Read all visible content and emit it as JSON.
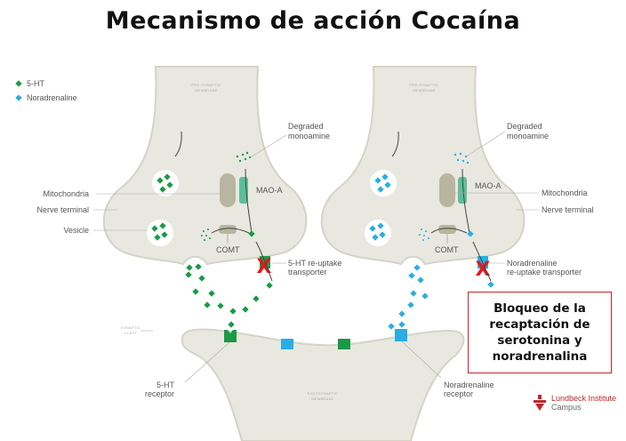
{
  "title": "Mecanismo de acción Cocaína",
  "legend": [
    {
      "label": "5-HT",
      "color": "#1a9a45"
    },
    {
      "label": "Noradrenaline",
      "color": "#29aee3"
    }
  ],
  "left_neuron": {
    "membrane": [
      "PRE-SYNAPTIC",
      "MEMBRANE"
    ],
    "degraded": [
      "Degraded",
      "monoamine"
    ],
    "mao": "MAO-A",
    "comt": "COMT",
    "mitochondria": "Mitochondria",
    "nerve_terminal": "Nerve terminal",
    "vesicle": "Vesicle",
    "transporter": [
      "5-HT re-uptake",
      "transporter"
    ],
    "block_mark": "X"
  },
  "right_neuron": {
    "membrane": [
      "PRE-SYNAPTIC",
      "MEMBRANE"
    ],
    "degraded": [
      "Degraded",
      "monoamine"
    ],
    "mao": "MAO-A",
    "comt": "COMT",
    "mitochondria": "Mitochondria",
    "nerve_terminal": "Nerve terminal",
    "transporter": [
      "Noradrenaline",
      "re-uptake transporter"
    ],
    "block_mark": "X"
  },
  "synaptic_cleft": [
    "SYNAPTIC",
    "CLEFT"
  ],
  "postsynaptic": {
    "membrane": [
      "POSTSYNAPTIC",
      "MEMBRANE"
    ],
    "ht_receptor": [
      "5-HT",
      "receptor"
    ],
    "na_receptor": [
      "Noradrenaline",
      "receptor"
    ]
  },
  "callout": "Bloqueo de la recaptación de serotonina y noradrenalina",
  "logo": {
    "line1": "Lundbeck Institute",
    "line2": "Campus"
  },
  "colors": {
    "serotonin": "#1a9a45",
    "noradrenaline": "#29aee3",
    "block": "#e3161b",
    "cell": "#e8e8e0"
  }
}
